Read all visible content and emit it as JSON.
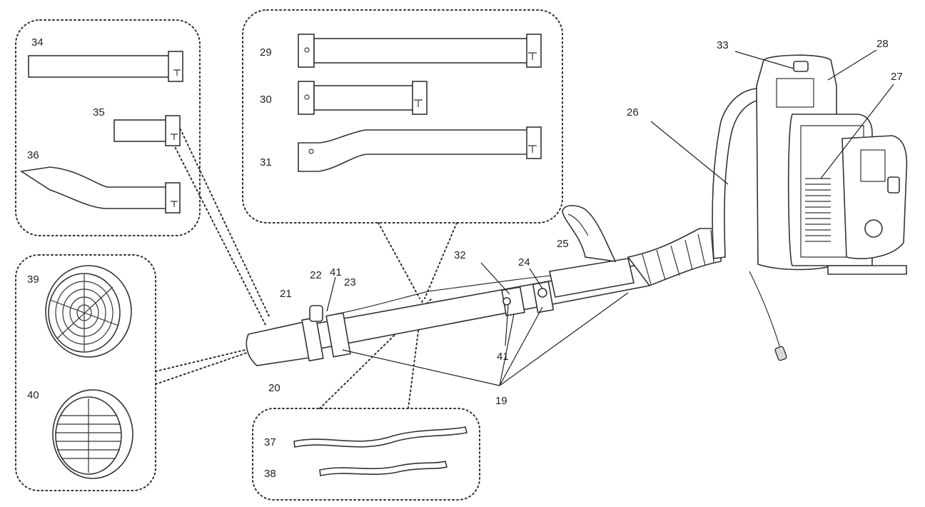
{
  "figure": {
    "labels": {
      "p19": "19",
      "p20": "20",
      "p21": "21",
      "p22": "22",
      "p23": "23",
      "p24": "24",
      "p25": "25",
      "p26": "26",
      "p27": "27",
      "p28": "28",
      "p29": "29",
      "p30": "30",
      "p31": "31",
      "p32": "32",
      "p33": "33",
      "p34": "34",
      "p35": "35",
      "p36": "36",
      "p37": "37",
      "p38": "38",
      "p39": "39",
      "p40": "40",
      "p41a": "41",
      "p41b": "41"
    }
  }
}
